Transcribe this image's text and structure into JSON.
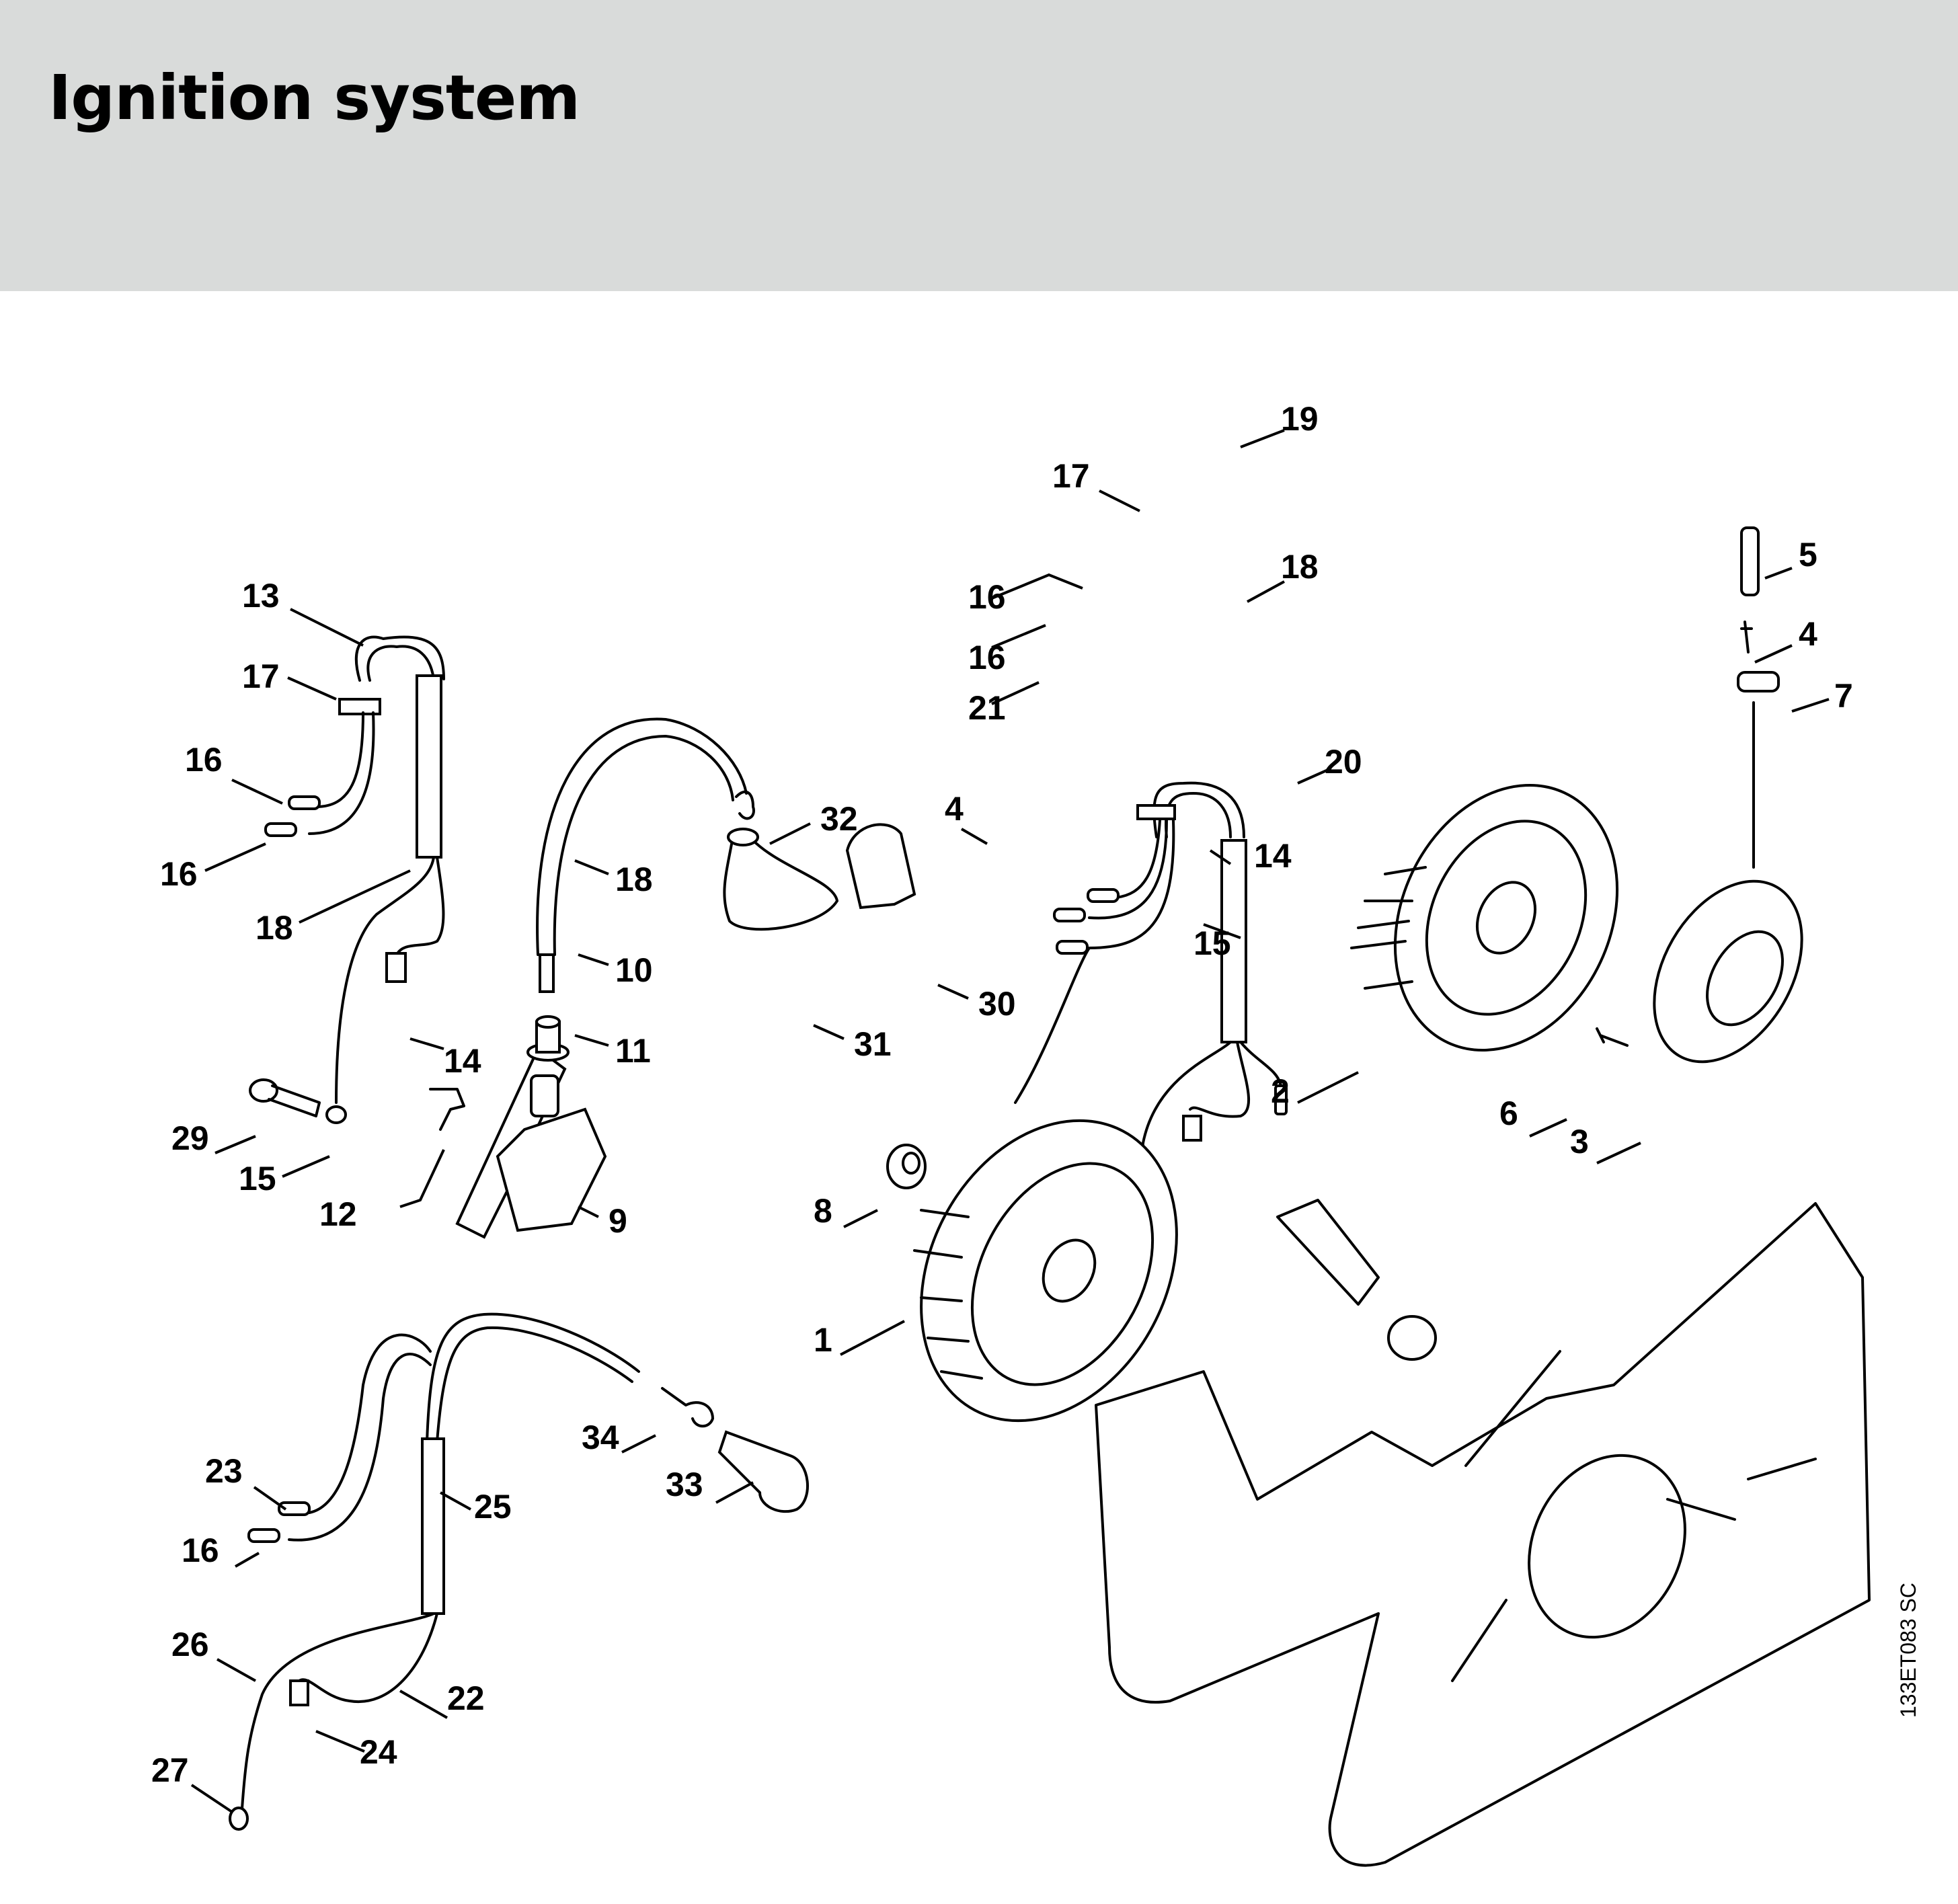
{
  "header": {
    "title": "Ignition system",
    "background": "#d9dbda"
  },
  "drawing_code": "133ET083 SC",
  "parts": [
    {
      "id": "flywheel-a",
      "callout": "1"
    },
    {
      "id": "flywheel-b",
      "callout": "2"
    },
    {
      "id": "stator",
      "callout": "3"
    },
    {
      "id": "connector-pin",
      "callout": "4"
    },
    {
      "id": "sleeve",
      "callout": "5"
    },
    {
      "id": "screw-small",
      "callout": "6"
    },
    {
      "id": "grommet",
      "callout": "7"
    },
    {
      "id": "hex-nut",
      "callout": "8"
    },
    {
      "id": "ignition-module",
      "callout": "9"
    },
    {
      "id": "ignition-lead",
      "callout": "10"
    },
    {
      "id": "ignition-boot",
      "callout": "11"
    },
    {
      "id": "contact-spring-clip",
      "callout": "12"
    },
    {
      "id": "wiring-harness-a",
      "callout": "13"
    },
    {
      "id": "spade-connector",
      "callout": "14"
    },
    {
      "id": "ring-terminal",
      "callout": "15"
    },
    {
      "id": "sleeve-terminal",
      "callout": "16"
    },
    {
      "id": "grommet-harness",
      "callout": "17"
    },
    {
      "id": "hose-sleeve",
      "callout": "18"
    },
    {
      "id": "wiring-harness-b",
      "callout": "19"
    },
    {
      "id": "pin-terminal",
      "callout": "20"
    },
    {
      "id": "short-circuit-wire",
      "callout": "21"
    },
    {
      "id": "ground-wire",
      "callout": "22"
    },
    {
      "id": "sleeve-terminal-b",
      "callout": "23"
    },
    {
      "id": "spade-connector-b",
      "callout": "24"
    },
    {
      "id": "hose-sleeve-b",
      "callout": "25"
    },
    {
      "id": "wire",
      "callout": "26"
    },
    {
      "id": "ring-terminal-b",
      "callout": "27"
    },
    {
      "id": "screw",
      "callout": "29"
    },
    {
      "id": "spark-plug-boot-cap",
      "callout": "30"
    },
    {
      "id": "spark-plug-boot",
      "callout": "31"
    },
    {
      "id": "leg-spring",
      "callout": "32"
    },
    {
      "id": "spark-plug-terminal-boot",
      "callout": "33"
    },
    {
      "id": "leg-spring-b",
      "callout": "34"
    }
  ],
  "callouts": [
    {
      "text": "13",
      "pos": "harness-a-top"
    },
    {
      "text": "17",
      "pos": "harness-a-grommet"
    },
    {
      "text": "16",
      "pos": "harness-a-term1"
    },
    {
      "text": "16",
      "pos": "harness-a-term2"
    },
    {
      "text": "18",
      "pos": "harness-a-sleeve"
    },
    {
      "text": "14",
      "pos": "harness-a-spade"
    },
    {
      "text": "29",
      "pos": "screw"
    },
    {
      "text": "15",
      "pos": "harness-a-ring"
    },
    {
      "text": "12",
      "pos": "clip"
    },
    {
      "text": "9",
      "pos": "module"
    },
    {
      "text": "18",
      "pos": "lead-sleeve"
    },
    {
      "text": "10",
      "pos": "lead"
    },
    {
      "text": "11",
      "pos": "boot"
    },
    {
      "text": "32",
      "pos": "spring"
    },
    {
      "text": "31",
      "pos": "plug-boot"
    },
    {
      "text": "30",
      "pos": "plug-cap"
    },
    {
      "text": "19",
      "pos": "harness-b-top"
    },
    {
      "text": "17",
      "pos": "harness-b-grommet"
    },
    {
      "text": "18",
      "pos": "harness-b-sleeve"
    },
    {
      "text": "16",
      "pos": "harness-b-term1"
    },
    {
      "text": "16",
      "pos": "harness-b-term2"
    },
    {
      "text": "21",
      "pos": "harness-b-short"
    },
    {
      "text": "4",
      "pos": "harness-b-pin"
    },
    {
      "text": "20",
      "pos": "harness-b-pin2"
    },
    {
      "text": "14",
      "pos": "harness-b-spade"
    },
    {
      "text": "15",
      "pos": "harness-b-ring"
    },
    {
      "text": "5",
      "pos": "sleeve"
    },
    {
      "text": "4",
      "pos": "pin"
    },
    {
      "text": "7",
      "pos": "grommet"
    },
    {
      "text": "2",
      "pos": "flywheel-b"
    },
    {
      "text": "6",
      "pos": "screw-small"
    },
    {
      "text": "3",
      "pos": "stator"
    },
    {
      "text": "8",
      "pos": "nut"
    },
    {
      "text": "1",
      "pos": "flywheel-a"
    },
    {
      "text": "34",
      "pos": "spring-b"
    },
    {
      "text": "33",
      "pos": "terminal-boot"
    },
    {
      "text": "23",
      "pos": "harness-c-term1"
    },
    {
      "text": "16",
      "pos": "harness-c-term2"
    },
    {
      "text": "25",
      "pos": "harness-c-sleeve"
    },
    {
      "text": "26",
      "pos": "harness-c-wire"
    },
    {
      "text": "22",
      "pos": "harness-c-ground"
    },
    {
      "text": "24",
      "pos": "harness-c-spade"
    },
    {
      "text": "27",
      "pos": "harness-c-ring"
    }
  ]
}
